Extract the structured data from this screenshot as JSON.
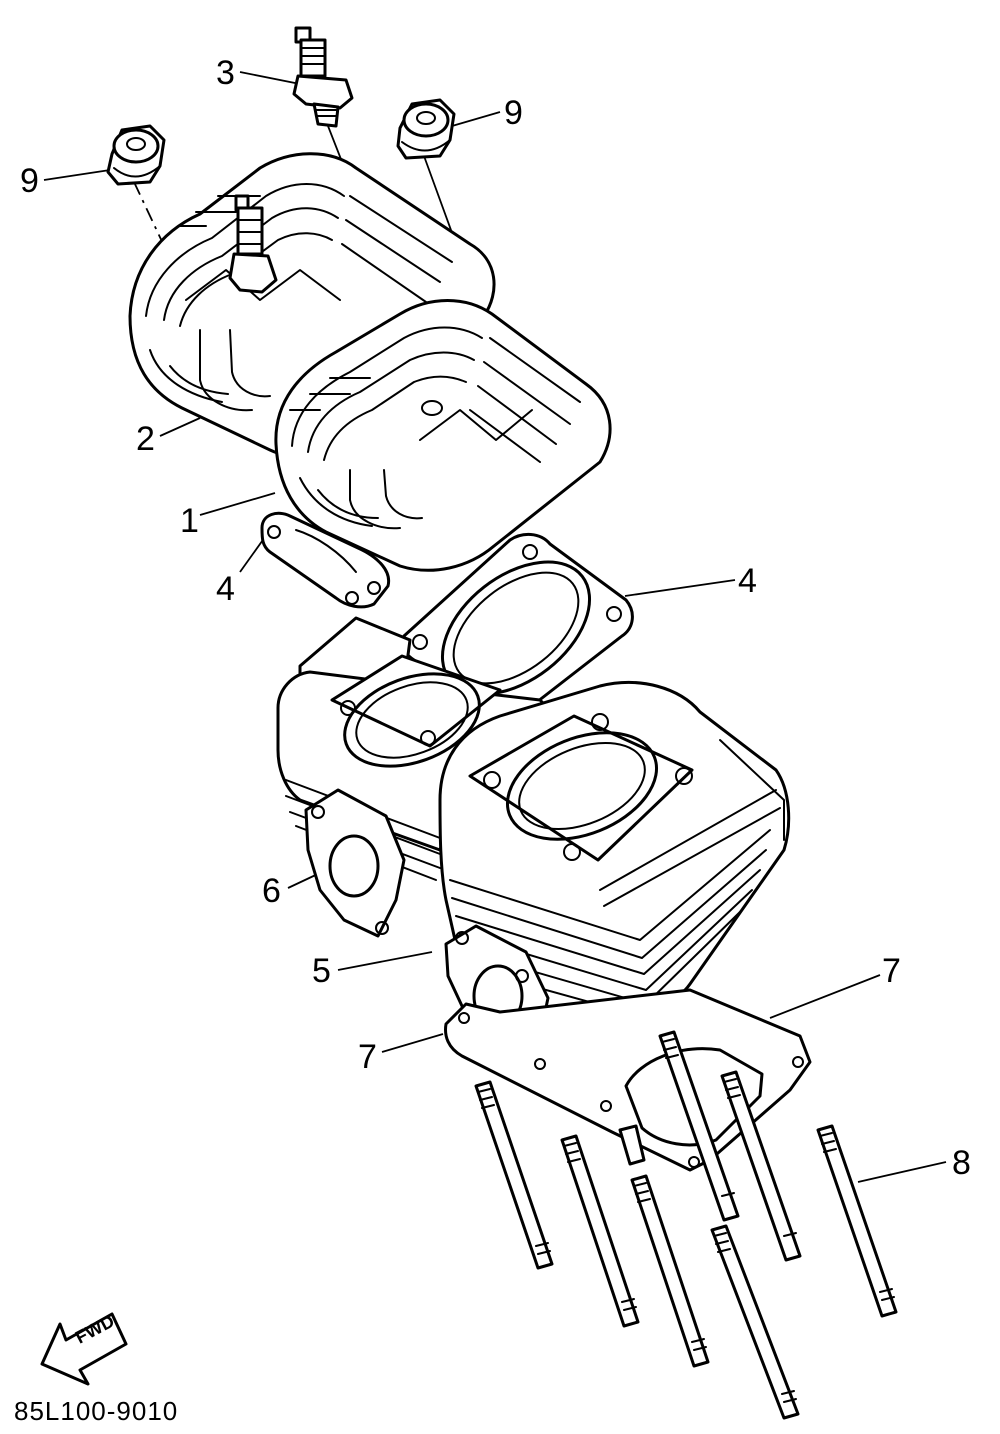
{
  "diagram": {
    "part_code": "85L100-9010",
    "direction_indicator": "FWD",
    "callouts": [
      {
        "id": "c1",
        "label": "1"
      },
      {
        "id": "c2",
        "label": "2"
      },
      {
        "id": "c3",
        "label": "3"
      },
      {
        "id": "c4a",
        "label": "4"
      },
      {
        "id": "c4b",
        "label": "4"
      },
      {
        "id": "c5",
        "label": "5"
      },
      {
        "id": "c6",
        "label": "6"
      },
      {
        "id": "c7a",
        "label": "7"
      },
      {
        "id": "c7b",
        "label": "7"
      },
      {
        "id": "c8",
        "label": "8"
      },
      {
        "id": "c9a",
        "label": "9"
      },
      {
        "id": "c9b",
        "label": "9"
      }
    ]
  },
  "colors": {
    "ink": "#000000",
    "paper": "#ffffff"
  }
}
